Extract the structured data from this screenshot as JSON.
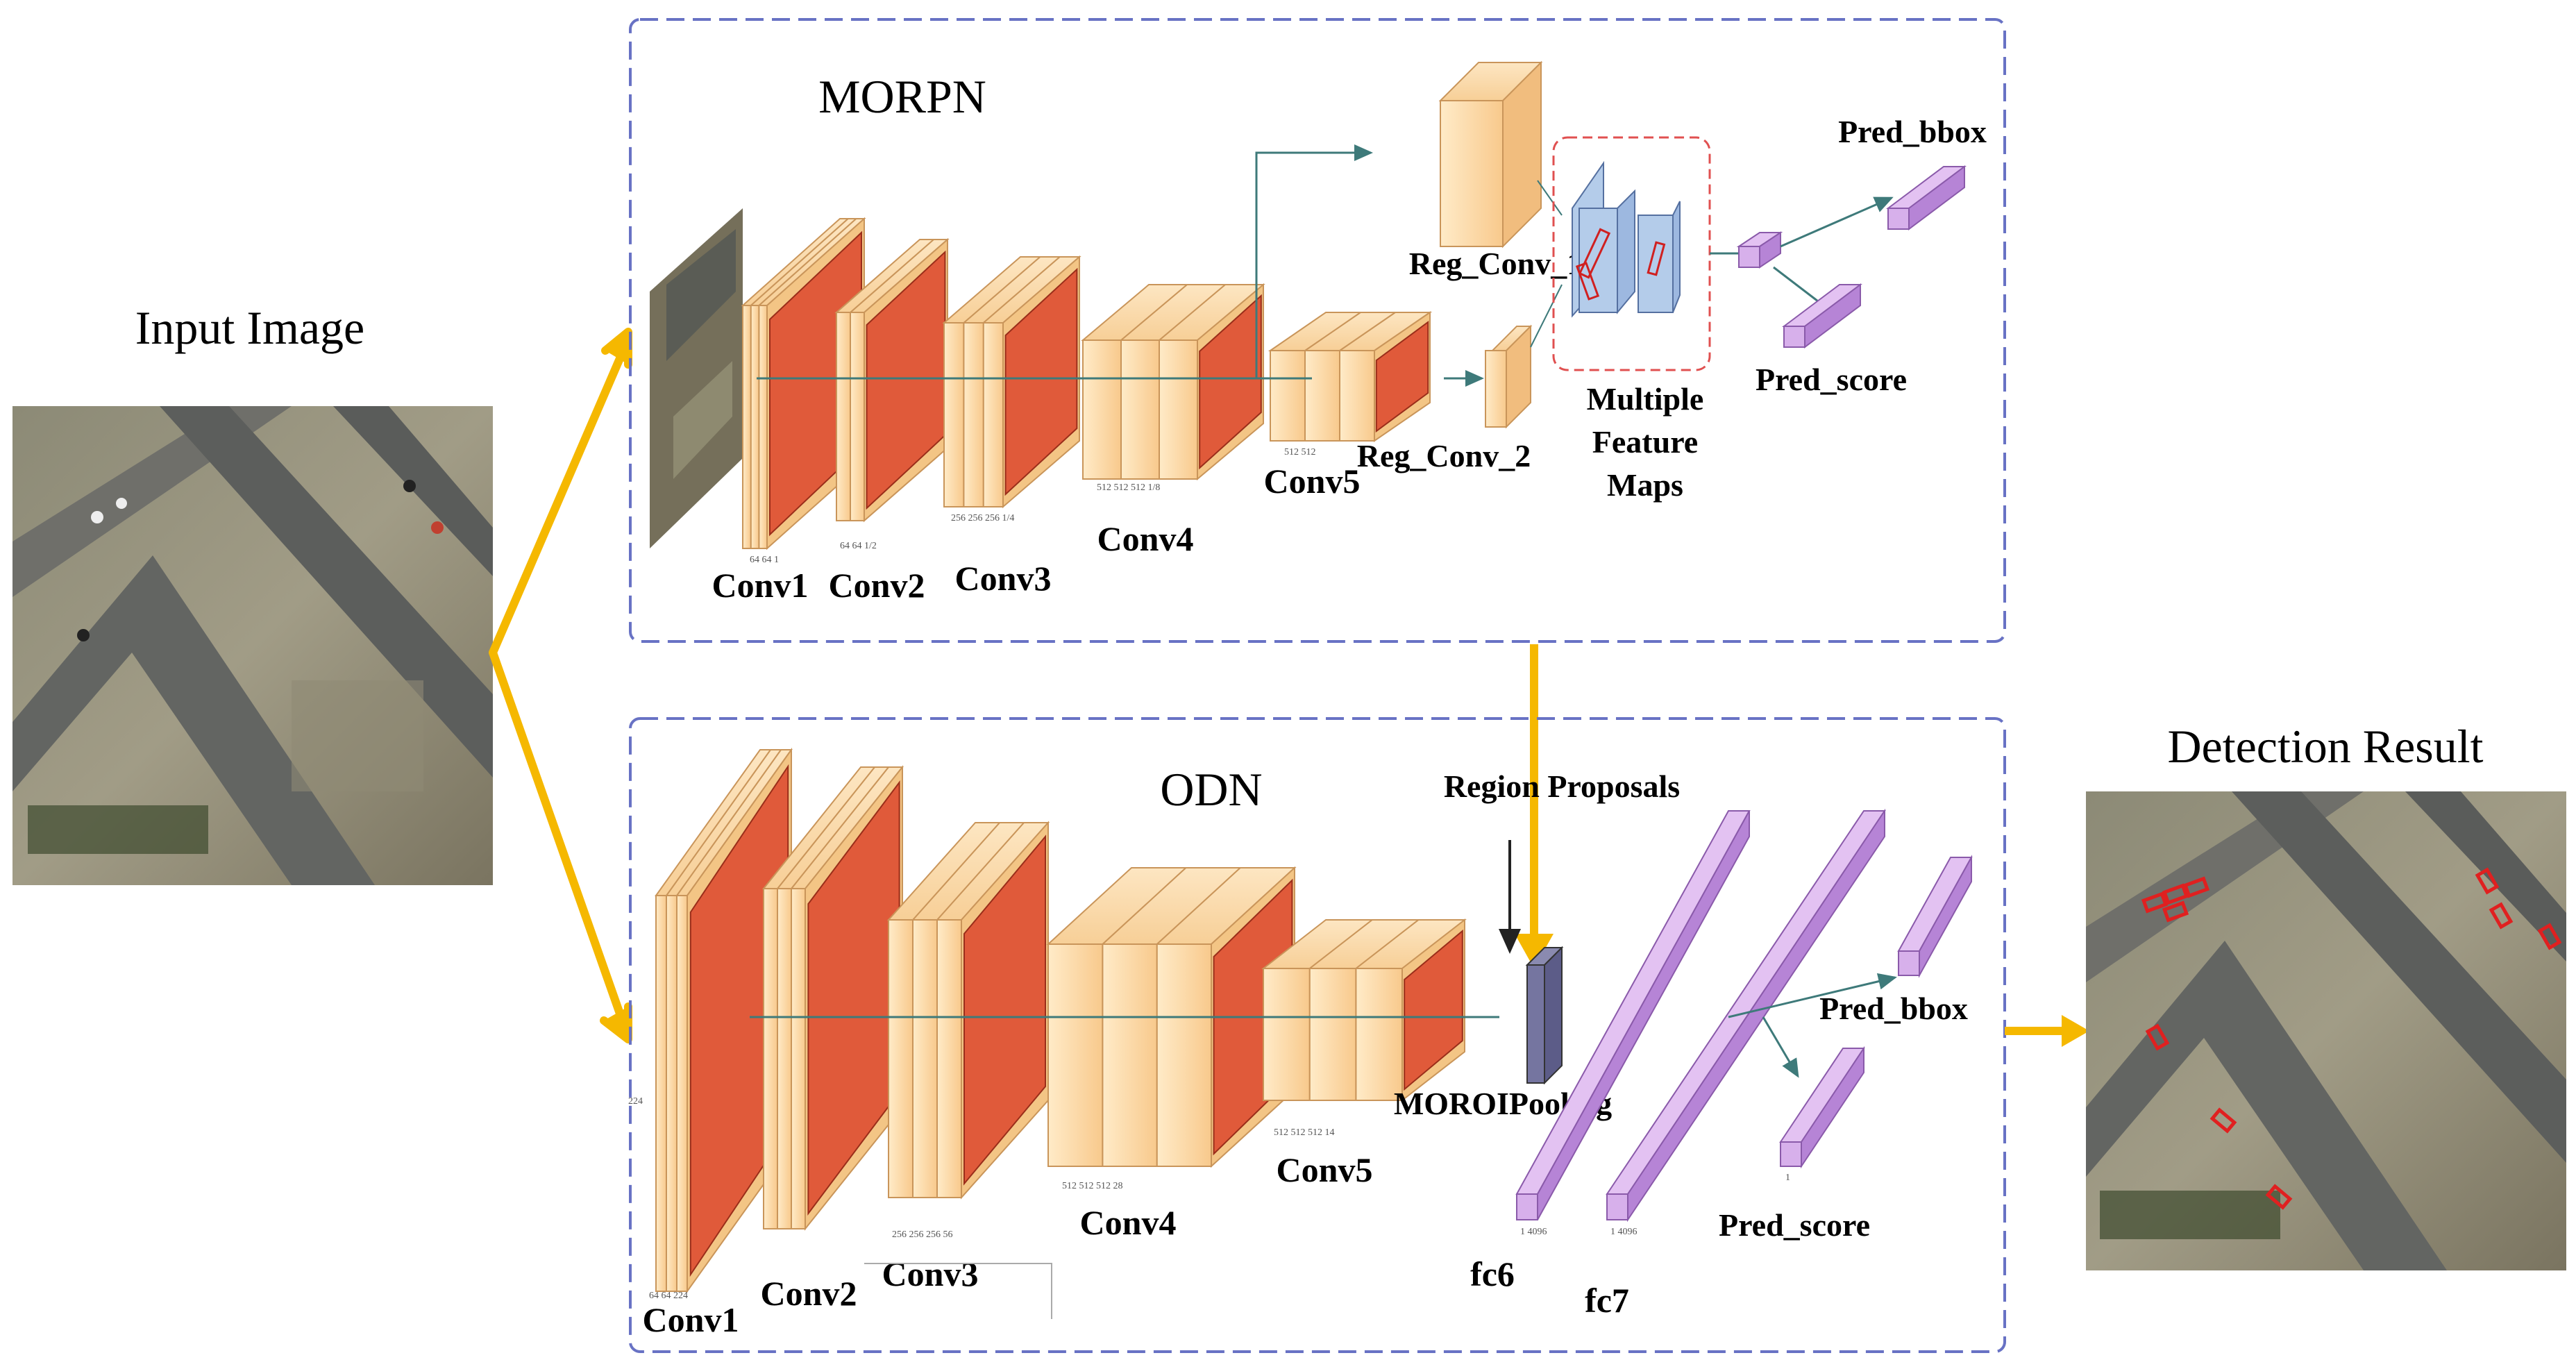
{
  "input_title": "Input Image",
  "result_title": "Detection Result",
  "morpn": {
    "title": "MORPN",
    "conv_labels": [
      "Conv1",
      "Conv2",
      "Conv3",
      "Conv4",
      "Conv5"
    ],
    "reg_conv_1": "Reg_Conv_1",
    "reg_conv_2": "Reg_Conv_2",
    "feature_maps": [
      "Multiple",
      "Feature",
      "Maps"
    ],
    "pred_bbox": "Pred_bbox",
    "pred_score": "Pred_score",
    "dims": {
      "conv1": "64 64 1",
      "conv2": "64 64 1/2",
      "conv3": "256 256 256 1/4",
      "conv4": "512 512 512 1/8",
      "conv5": "512 512"
    }
  },
  "odn": {
    "title": "ODN",
    "conv_labels": [
      "Conv1",
      "Conv2",
      "Conv3",
      "Conv4",
      "Conv5"
    ],
    "region_proposals": "Region  Proposals",
    "pooling": "MOROIPooling",
    "fc6": "fc6",
    "fc7": "fc7",
    "pred_bbox": "Pred_bbox",
    "pred_score": "Pred_score",
    "dims": {
      "conv1_side": "224",
      "conv1": "64 64 224",
      "conv3": "256 256 256 56",
      "conv4": "512 512 512 28",
      "conv5": "512 512 512 14",
      "fc6": "1  4096",
      "fc7": "1  4096",
      "pred_score_dim": "1"
    }
  },
  "colors": {
    "arrow": "#F5B800",
    "frame": "#6872C4",
    "block": "#FDDDAA",
    "feature_face": "#E05A3A",
    "purple": "#C89BE0",
    "blue_map": "#B4CCEA",
    "proposal_frame": "#E05050",
    "connector": "#3E7A7A"
  }
}
